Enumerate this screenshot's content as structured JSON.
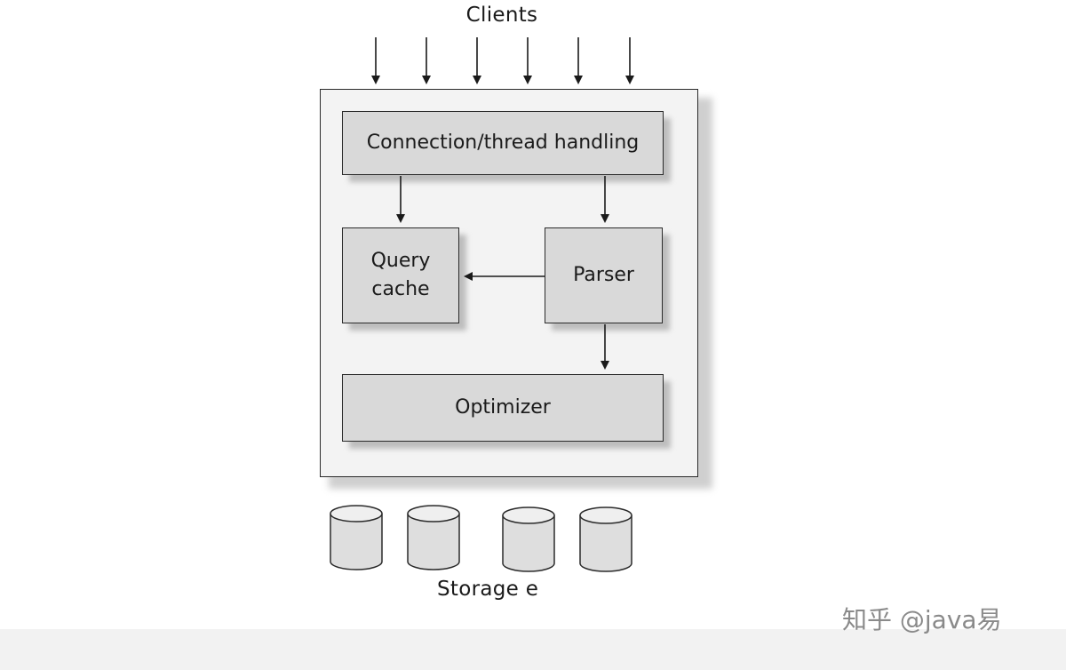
{
  "title": "Clients",
  "components": {
    "connection": "Connection/thread handling",
    "query_cache_line1": "Query",
    "query_cache_line2": "cache",
    "parser": "Parser",
    "optimizer": "Optimizer"
  },
  "storage_label": "Storage e",
  "watermark": "知乎 @java易",
  "colors": {
    "box_fill": "#d9d9d9",
    "server_fill": "#f3f3f3",
    "outline": "#2a2a2a",
    "watermark": "#8a8a8a"
  }
}
